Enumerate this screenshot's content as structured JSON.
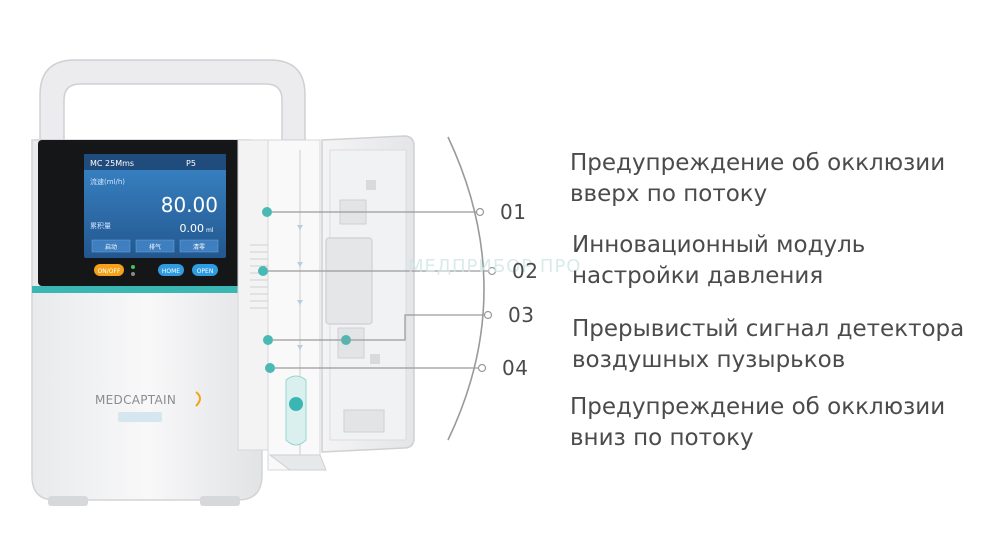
{
  "device": {
    "brand": "MEDCAPTAIN",
    "screen": {
      "status_left": "MC 25Mms",
      "status_right": "P5",
      "rate_label": "流速(ml/h)",
      "rate_value": "80.00",
      "volume_label": "累积量",
      "volume_value": "0.00",
      "volume_unit": "ml",
      "softkeys": [
        "启动",
        "排气",
        "清零"
      ]
    },
    "buttons": {
      "onoff": "ON/OFF",
      "home": "HOME",
      "open": "OPEN"
    }
  },
  "callouts": [
    {
      "number": "01",
      "lines": [
        "Предупреждение об окклюзии",
        "вверх по потоку"
      ]
    },
    {
      "number": "02",
      "lines": [
        "Инновационный модуль",
        "настройки давления"
      ]
    },
    {
      "number": "03",
      "lines": [
        "Прерывистый сигнал детектора",
        "воздушных пузырьков"
      ]
    },
    {
      "number": "04",
      "lines": [
        "Предупреждение об окклюзии",
        "вниз по потоку"
      ]
    }
  ],
  "watermark": "МЕДПРИБОР ПРО",
  "colors": {
    "accent": "#3bb7b3",
    "screen_bg": "#2d6fb4",
    "onoff_button": "#f4a21a",
    "callout_line": "#9a9a9a"
  }
}
